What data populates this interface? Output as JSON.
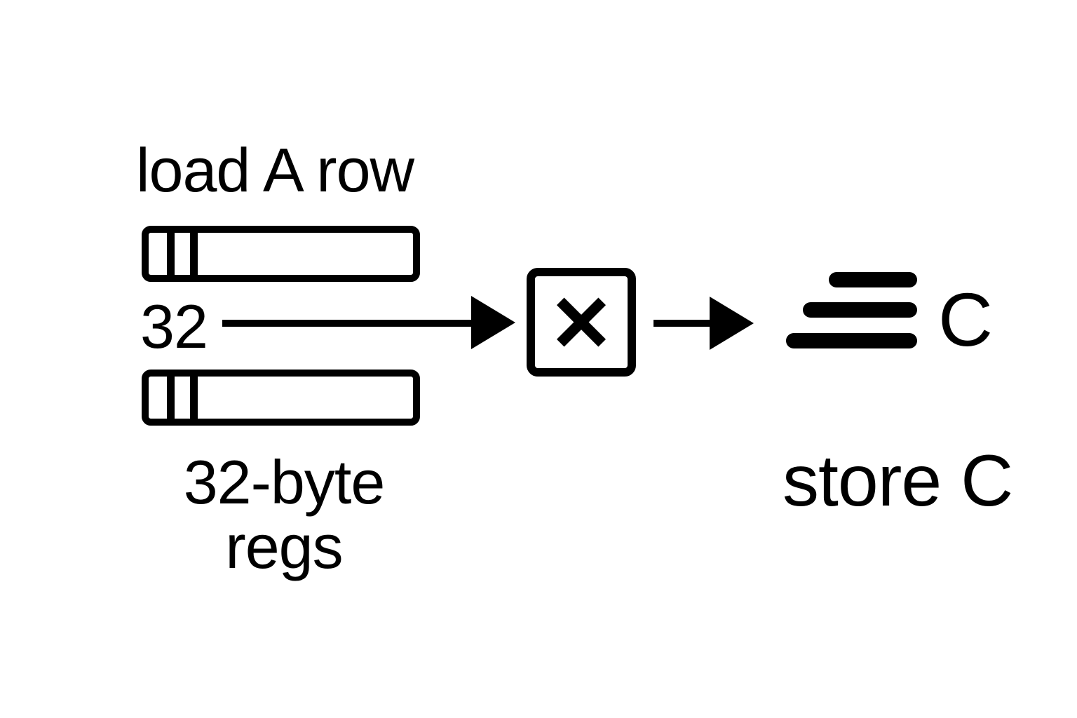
{
  "colors": {
    "background": "#ffffff",
    "ink": "#000000"
  },
  "labels": {
    "load_a_row": "load A row",
    "lane_count": "32",
    "regs_caption_line1": "32-byte",
    "regs_caption_line2": "regs",
    "result_letter": "C",
    "store_caption": "store C"
  },
  "icons": {
    "multiply": "×",
    "arrow_right": "→"
  },
  "registers": {
    "count": 2,
    "cell_dividers_per_register": 2
  },
  "result_stack": {
    "bar_count": 3
  }
}
